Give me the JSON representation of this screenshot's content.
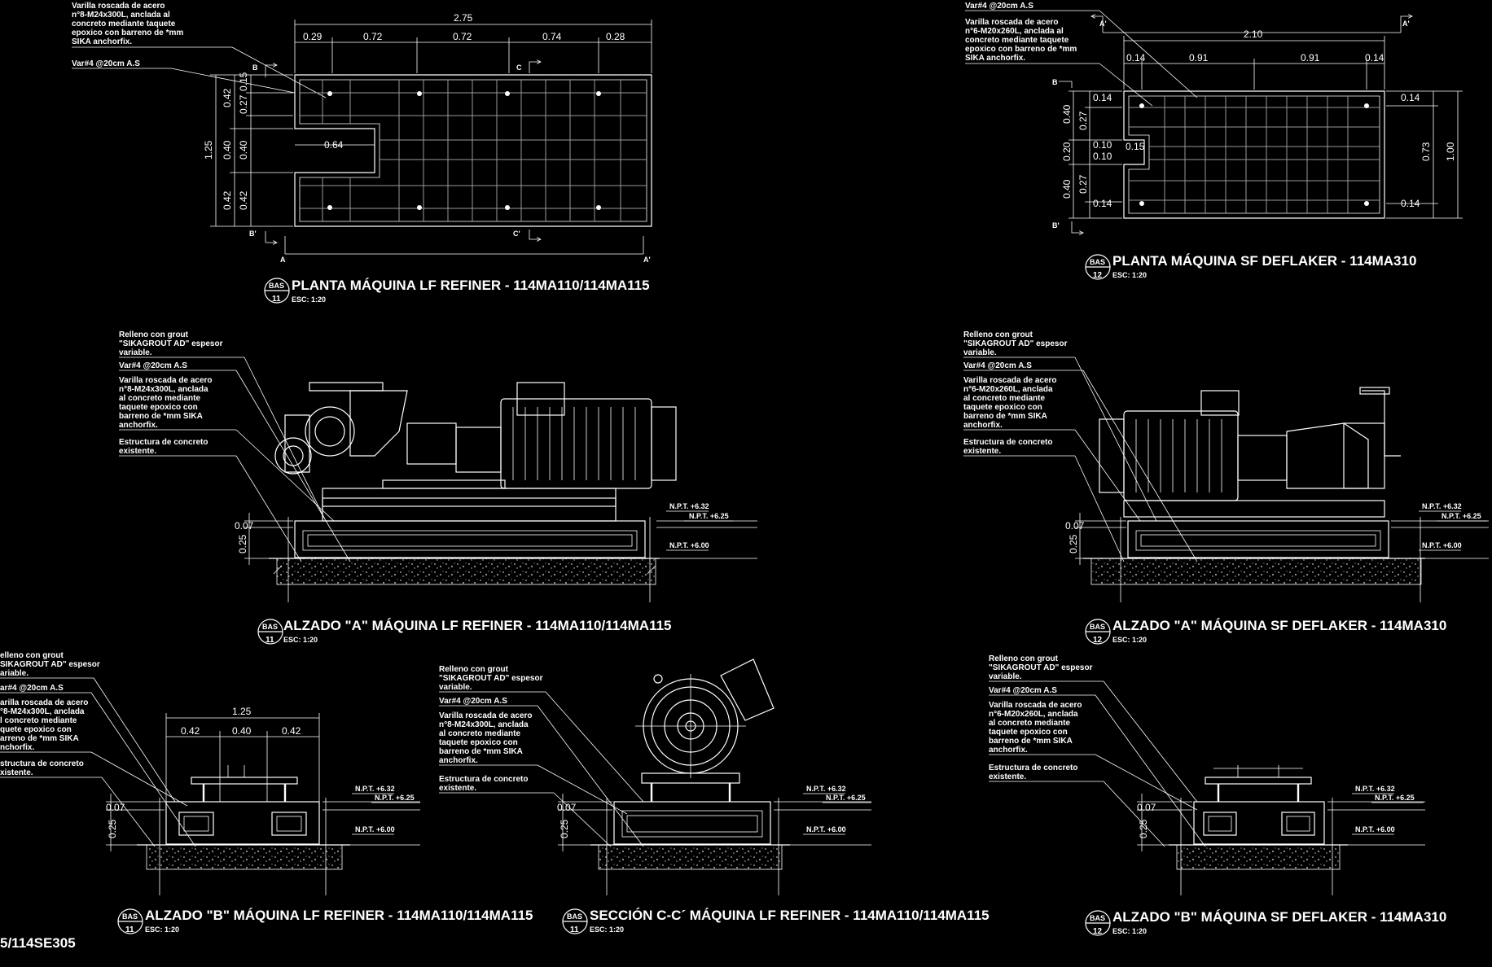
{
  "notes": {
    "grout": [
      "Relleno con grout",
      "\"SIKAGROUT AD\" espesor",
      "variable."
    ],
    "varilla4": "Var#4 @20cm A.S",
    "rod_m24": [
      "Varilla roscada de acero",
      "n°8-M24x300L, anclada",
      "al concreto mediante",
      "taquete epoxico con",
      "barreno de *mm  SIKA",
      "anchorfix."
    ],
    "rod_m20": [
      "Varilla roscada de acero",
      "n°6-M20x260L, anclada",
      "al concreto mediante",
      "taquete epoxico con",
      "barreno de *mm  SIKA",
      "anchorfix."
    ],
    "estructura": [
      "Estructura  de  concreto",
      "existente."
    ],
    "top_rod_m24": [
      "Varilla roscada de acero",
      "n°8-M24x300L, anclada  al",
      "concreto  mediante  taquete",
      "epoxico con barreno de *mm",
      "SIKA anchorfix."
    ],
    "top_rod_m20": [
      "Varilla roscada de acero",
      "n°6-M20x260L, anclada  al",
      "concreto mediante taquete",
      "epoxico con barreno de *mm",
      "SIKA anchorfix."
    ],
    "cut_grout": [
      "elleno con grout",
      "SIKAGROUT AD\" espesor",
      "ariable."
    ],
    "cut_var": "ar#4 @20cm A.S",
    "cut_rod": [
      "arilla roscada de acero",
      "°8-M24x300L, anclada",
      "l concreto mediante",
      "quete epoxico con",
      "arreno de *mm  SIKA",
      "nchorfix."
    ],
    "cut_est": [
      "structura  de  concreto",
      "xistente."
    ]
  },
  "levels": {
    "l632": "N.P.T. +6.32",
    "l625": "N.P.T. +6.25",
    "l600": "N.P.T. +6.00"
  },
  "dims": {
    "lf_total": "2.75",
    "lf_a": "0.29",
    "lf_b": "0.72",
    "lf_c": "0.72",
    "lf_d": "0.74",
    "lf_e": "0.28",
    "lf_h": "1.25",
    "lf_v1": "0.42",
    "lf_v2": "0.40",
    "lf_v3": "0.42",
    "lf_i1": "0.15",
    "lf_i2": "0.27",
    "lf_i3": "0.40",
    "lf_i4": "0.42",
    "lf_notch": "0.64",
    "sf_total": "2.10",
    "sf_a": "0.14",
    "sf_b": "0.91",
    "sf_c": "0.91",
    "sf_d": "0.14",
    "sf_v1": "0.40",
    "sf_v2": "0.20",
    "sf_v3": "0.40",
    "sf_i1": "0.27",
    "sf_i2": "0.10",
    "sf_i3": "0.10",
    "sf_i4": "0.27",
    "sf_s1": "0.14",
    "sf_s2": "0.14",
    "sf_s3": "0.15",
    "sf_r1": "0.14",
    "sf_r2": "0.14",
    "sf_r3": "0.73",
    "sf_r4": "1.00",
    "elev_07": "0.07",
    "elev_25": "0.25",
    "b_total": "1.25",
    "b_a": "0.42",
    "b_b": "0.40",
    "b_c": "0.42"
  },
  "sections": {
    "a": "A",
    "ap": "A'",
    "b": "B",
    "bp": "B'",
    "c": "C",
    "cp": "C'"
  },
  "titles": {
    "t1": "PLANTA MÁQUINA LF REFINER - 114MA110/114MA115",
    "t2": "PLANTA MÁQUINA SF DEFLAKER - 114MA310",
    "t3": "ALZADO \"A\" MÁQUINA LF REFINER - 114MA110/114MA115",
    "t4": "ALZADO \"A\" MÁQUINA SF DEFLAKER - 114MA310",
    "t5": "ALZADO \"B\" MÁQUINA LF REFINER - 114MA110/114MA115",
    "t6": "SECCIÓN C-C´ MÁQUINA LF REFINER - 114MA110/114MA115",
    "t7": "ALZADO \"B\" MÁQUINA SF DEFLAKER - 114MA310"
  },
  "badge": {
    "code": "BAS",
    "n11": "11",
    "n12": "12",
    "scale": "ESC: 1:20"
  },
  "sheet_ref": "5/114SE305"
}
